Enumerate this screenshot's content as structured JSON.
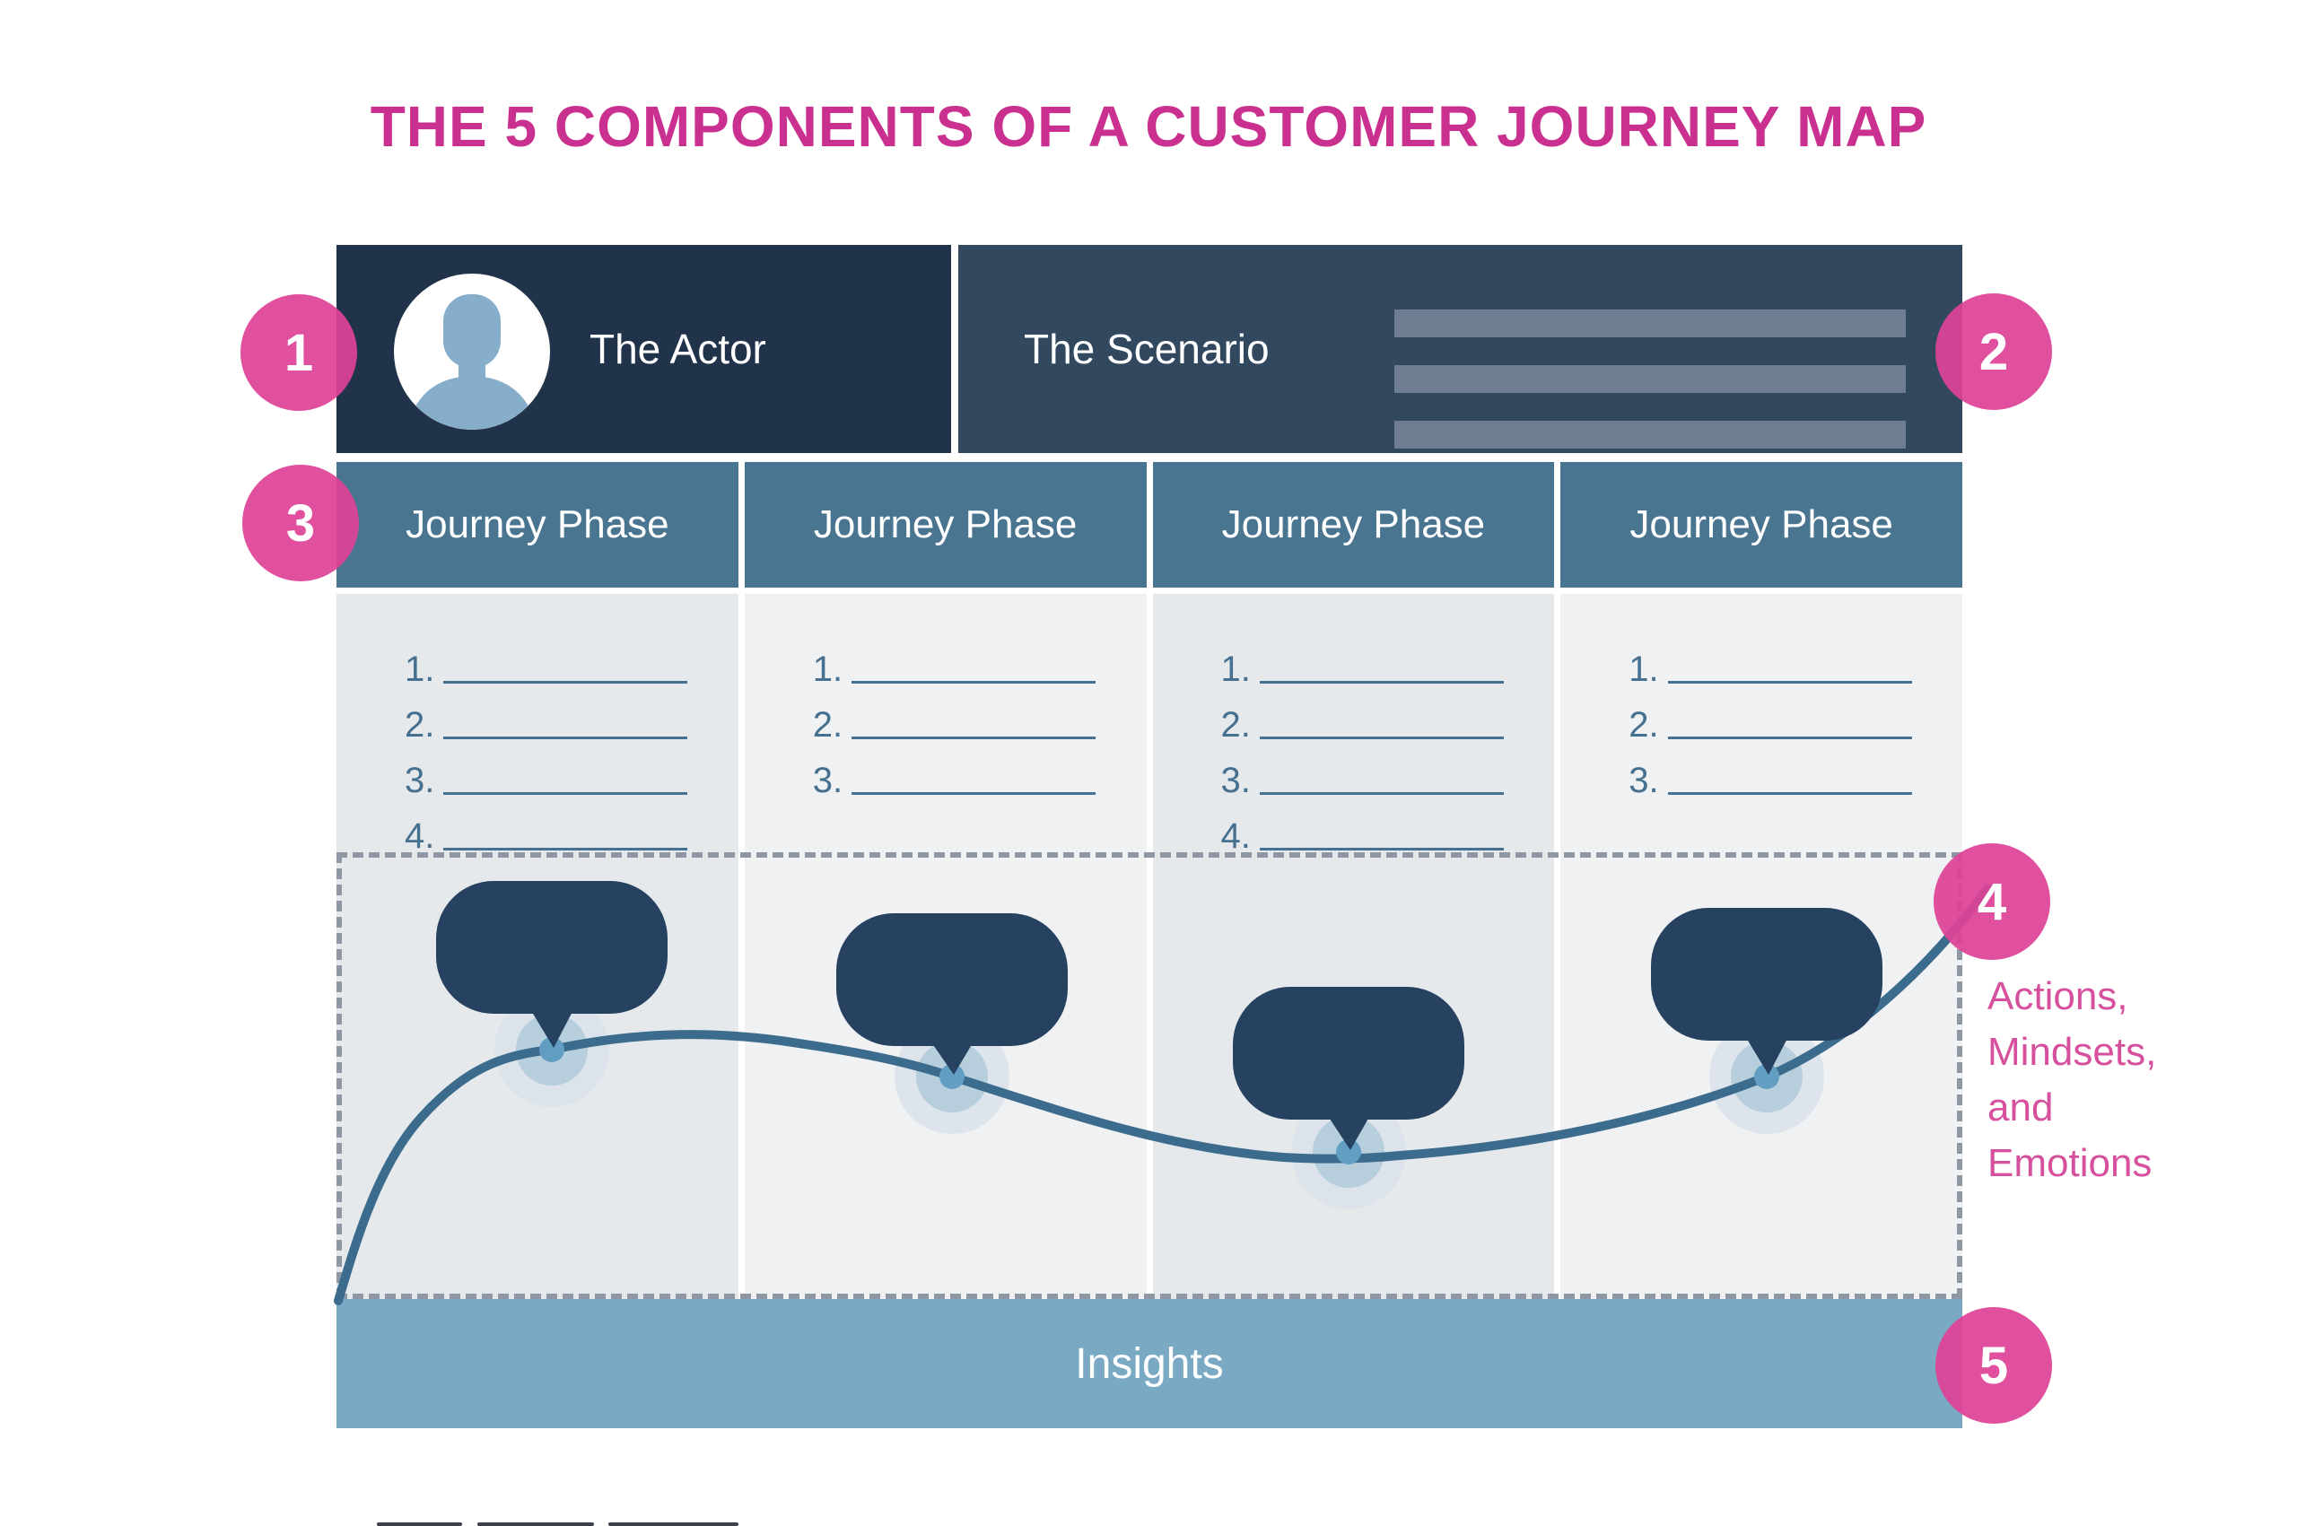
{
  "title": "THE 5 COMPONENTS OF A CUSTOMER JOURNEY MAP",
  "header": {
    "actor_label": "The Actor",
    "scenario_label": "The Scenario",
    "scenario_placeholder_line_count": 3
  },
  "badges": [
    {
      "number": "1",
      "refers_to": "The Actor"
    },
    {
      "number": "2",
      "refers_to": "The Scenario"
    },
    {
      "number": "3",
      "refers_to": "Journey Phase"
    },
    {
      "number": "4",
      "refers_to": "Actions, Mindsets, and Emotions"
    },
    {
      "number": "5",
      "refers_to": "Insights"
    }
  ],
  "columns": [
    {
      "header": "Journey Phase",
      "items": [
        "1.",
        "2.",
        "3.",
        "4."
      ]
    },
    {
      "header": "Journey Phase",
      "items": [
        "1.",
        "2.",
        "3."
      ]
    },
    {
      "header": "Journey Phase",
      "items": [
        "1.",
        "2.",
        "3.",
        "4."
      ]
    },
    {
      "header": "Journey Phase",
      "items": [
        "1.",
        "2.",
        "3."
      ]
    }
  ],
  "annotation": {
    "lines": [
      "Actions,",
      "Mindsets,",
      "and",
      "Emotions"
    ]
  },
  "insights_label": "Insights",
  "journey": {
    "touchpoint_count": 4,
    "touchpoints_x": [
      615,
      1061,
      1503,
      1969
    ],
    "touchpoints_y": [
      1170,
      1200,
      1284,
      1200
    ]
  },
  "palette": {
    "title_pink": "#c9308f",
    "badge_pink": "#de4397",
    "annotation_pink": "#d6509e",
    "actor_navy": "#20334a",
    "scenario_navy": "#31485f",
    "phase_header_blue": "#4a7590",
    "column_gray_dark": "#e6e9eb",
    "column_gray_light": "#f0f1f3",
    "insights_blue": "#7aa9c4",
    "curve_blue": "#3c6c8d",
    "bubble_navy": "#264260",
    "glow_blue": "#619ec2",
    "blank_line_blue": "#45708f",
    "placeholder_bar_gray": "#6f7d92",
    "dotted_border_gray": "#8f97a4",
    "avatar_silhouette_blue": "#86aeca"
  }
}
